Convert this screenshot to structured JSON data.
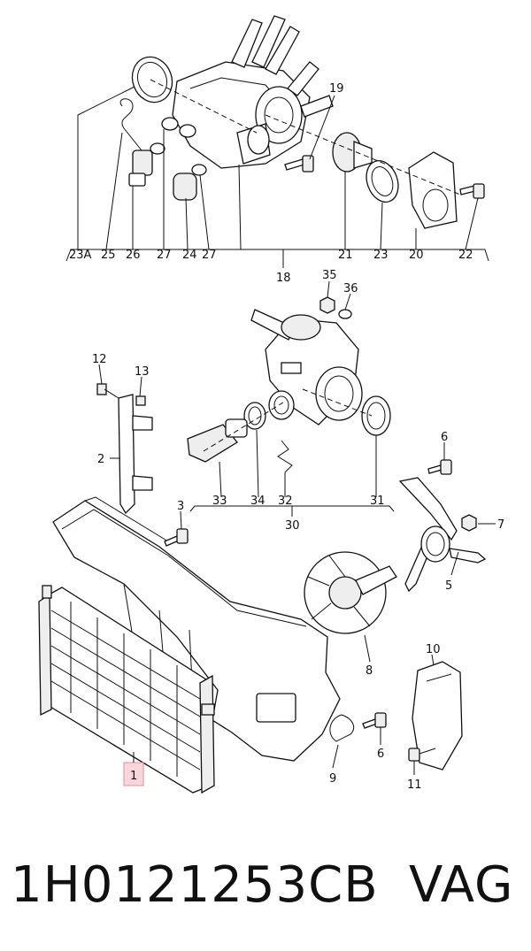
{
  "footer": {
    "part_number": "1H0121253CB",
    "brand": "VAG"
  },
  "callouts": {
    "c23A": "23A",
    "c25": "25",
    "c26": "26",
    "c27a": "27",
    "c24": "24",
    "c27b": "27",
    "c21": "21",
    "c23": "23",
    "c20": "20",
    "c22": "22",
    "c19": "19",
    "c18": "18",
    "c35": "35",
    "c36": "36",
    "c12": "12",
    "c13": "13",
    "c2": "2",
    "c33": "33",
    "c34": "34",
    "c32": "32",
    "c31": "31",
    "c30": "30",
    "c6a": "6",
    "c3": "3",
    "c7": "7",
    "c5": "5",
    "c8": "8",
    "c10": "10",
    "c6b": "6",
    "c9": "9",
    "c11": "11",
    "c1": "1"
  },
  "highlight_color": "#f9d6db"
}
